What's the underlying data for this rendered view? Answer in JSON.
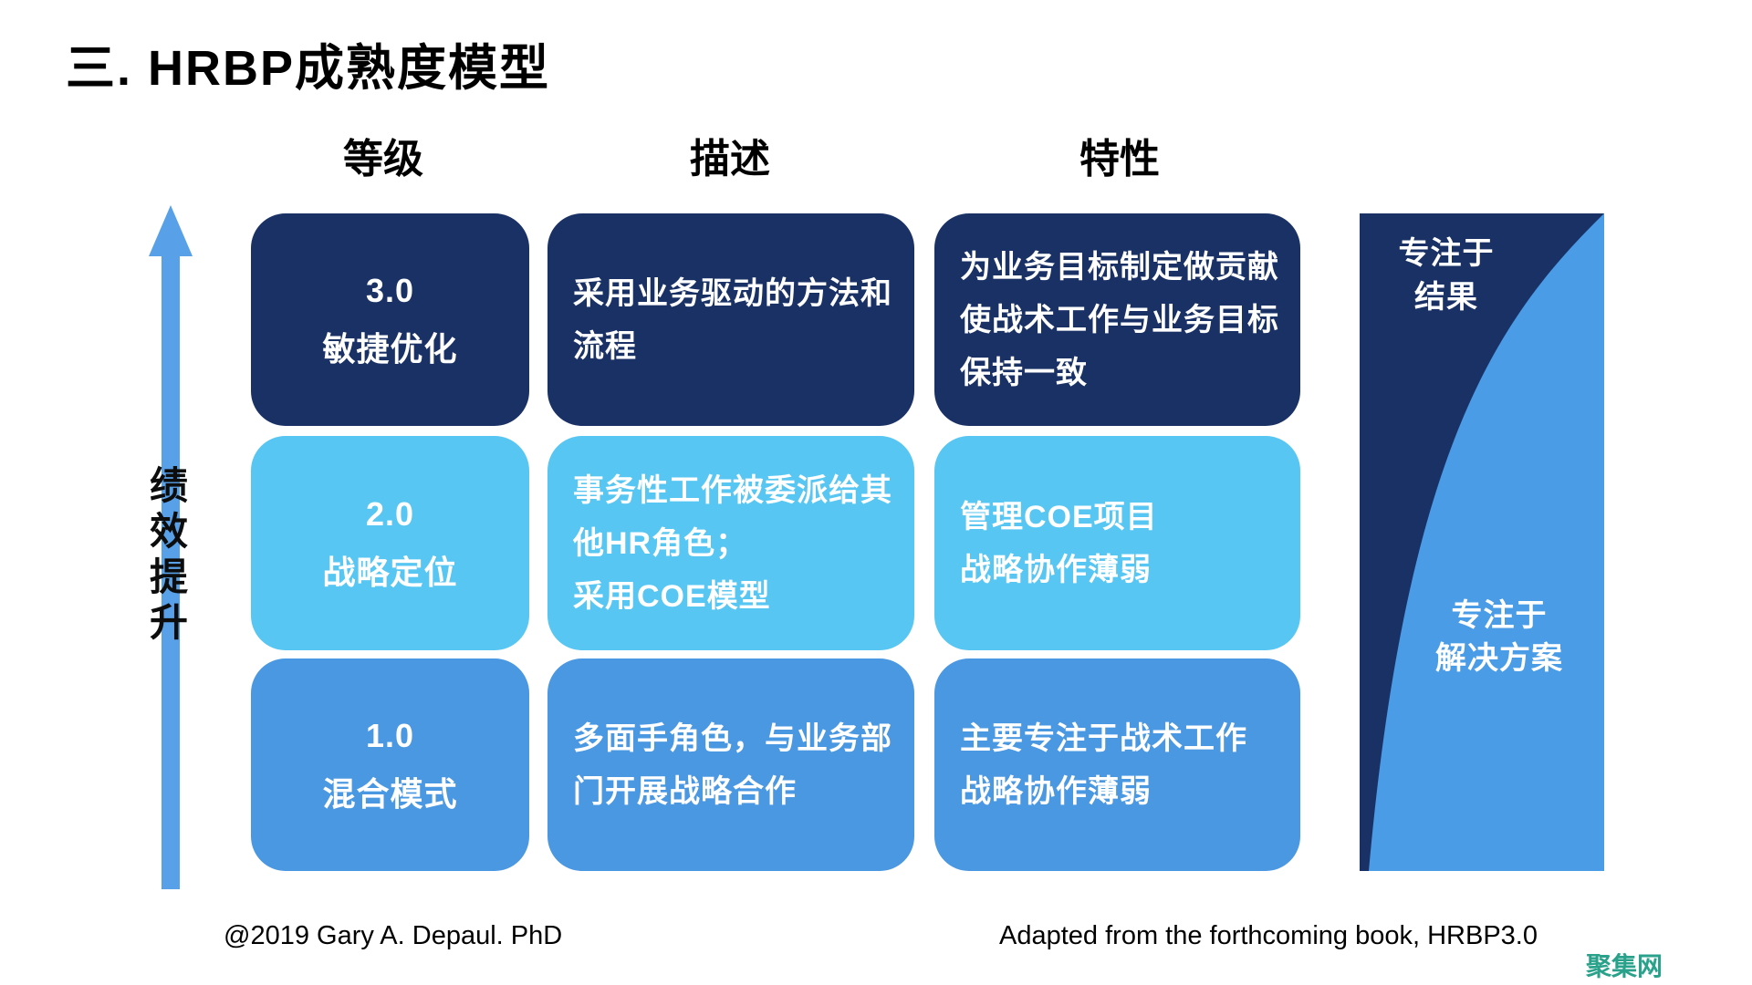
{
  "title": "三. HRBP成熟度模型",
  "columns": {
    "level": "等级",
    "description": "描述",
    "traits": "特性"
  },
  "y_axis_label": "绩\n效\n提\n升",
  "rows": [
    {
      "level": "3.0\n敏捷优化",
      "description": "采用业务驱动的方法和\n流程",
      "traits": "为业务目标制定做贡献\n使战术工作与业务目标\n保持一致"
    },
    {
      "level": "2.0\n战略定位",
      "description": "事务性工作被委派给其\n他HR角色；\n采用COE模型",
      "traits": "管理COE项目\n战略协作薄弱"
    },
    {
      "level": "1.0\n混合模式",
      "description": "多面手角色，与业务部\n门开展战略合作",
      "traits": "主要专注于战术工作\n战略协作薄弱"
    }
  ],
  "side_panel": {
    "top": "专注于\n结果",
    "bottom": "专注于\n解决方案"
  },
  "footer": {
    "credit": "@2019 Gary A. Depaul. PhD",
    "source": "Adapted from the forthcoming book, HRBP3.0"
  },
  "watermark": "聚集网",
  "colors": {
    "navy": "#1a3166",
    "sky": "#57c6f2",
    "blue": "#4a97e2",
    "arrow": "#58a0e8",
    "watermark": "#2aa28b"
  }
}
